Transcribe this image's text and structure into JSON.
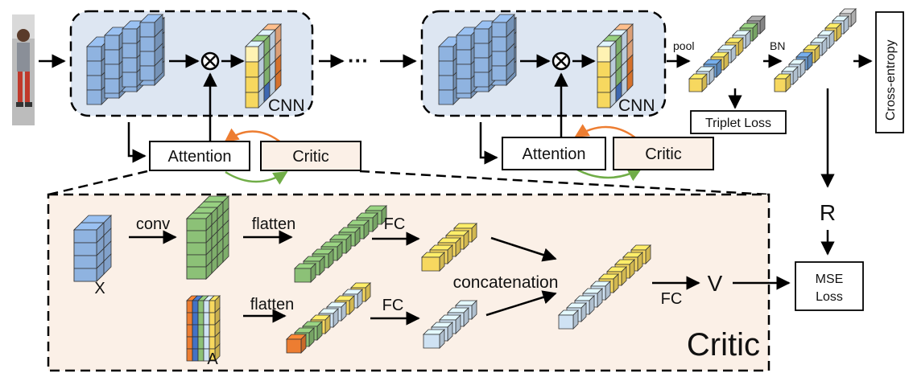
{
  "labels": {
    "cnn_1": "CNN",
    "cnn_2": "CNN",
    "ellipsis": "···",
    "pool": "pool",
    "bn": "BN",
    "cross_entropy": "Cross-entropy",
    "triplet_loss": "Triplet Loss",
    "attention_1": "Attention",
    "critic_1": "Critic",
    "attention_2": "Attention",
    "critic_2": "Critic",
    "r": "R",
    "mse_loss_line1": "MSE",
    "mse_loss_line2": "Loss",
    "x": "X",
    "conv": "conv",
    "flatten_1": "flatten",
    "flatten_2": "flatten",
    "fc_1": "FC",
    "fc_2": "FC",
    "fc_3": "FC",
    "a": "A",
    "concatenation": "concatenation",
    "v": "V",
    "critic_title": "Critic",
    "multiply_symbol": "⊗"
  },
  "colors": {
    "stage_bg": "#dde6f2",
    "critic_bg": "#fbf0e7",
    "feature_blue": "#8fb3e0",
    "feature_green": "#8cc177",
    "feature_yellow": "#f7d85f",
    "feature_light_blue": "#cfe2f3",
    "feature_orange": "#ed7d31",
    "feature_dark_blue": "#4472c4",
    "arrow_orange": "#ed7d31",
    "arrow_green": "#70ad47"
  }
}
